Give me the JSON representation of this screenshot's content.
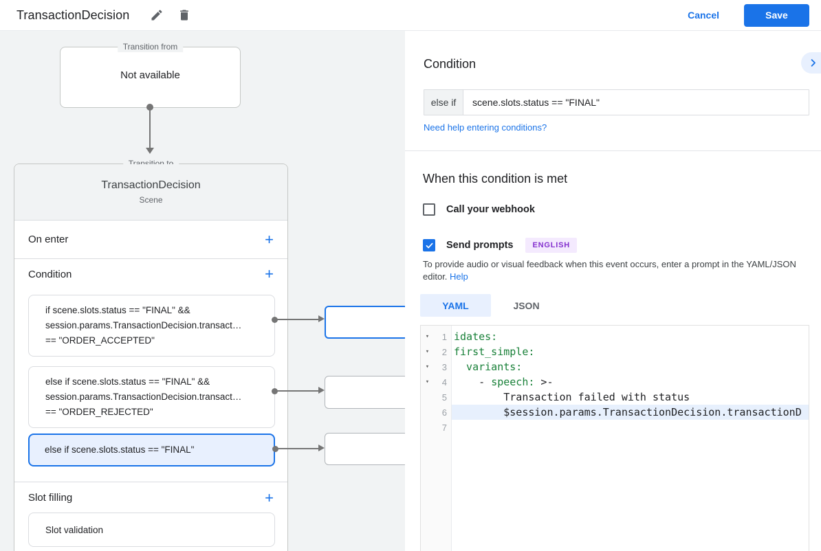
{
  "topbar": {
    "title": "TransactionDecision",
    "cancel_label": "Cancel",
    "save_label": "Save"
  },
  "flow": {
    "from_legend": "Transition from",
    "from_value": "Not available",
    "to_legend": "Transition to",
    "scene_name": "TransactionDecision",
    "scene_type": "Scene",
    "sections": {
      "on_enter": "On enter",
      "condition": "Condition",
      "slot_filling": "Slot filling"
    },
    "conditions": [
      {
        "lines": [
          "if scene.slots.status == \"FINAL\" &&",
          "session.params.TransactionDecision.transact…",
          "== \"ORDER_ACCEPTED\""
        ],
        "selected": false
      },
      {
        "lines": [
          "else if scene.slots.status == \"FINAL\" &&",
          "session.params.TransactionDecision.transact…",
          "== \"ORDER_REJECTED\""
        ],
        "selected": false
      },
      {
        "lines": [
          "else if scene.slots.status == \"FINAL\""
        ],
        "selected": true
      }
    ],
    "slot_validation_label": "Slot validation"
  },
  "panel": {
    "heading": "Condition",
    "condition_prefix": "else if",
    "condition_value": "scene.slots.status == \"FINAL\"",
    "help_link": "Need help entering conditions?",
    "met_heading": "When this condition is met",
    "webhook_label": "Call your webhook",
    "webhook_checked": false,
    "prompts_label": "Send prompts",
    "prompts_checked": true,
    "language_badge": "ENGLISH",
    "description": "To provide audio or visual feedback when this event occurs, enter a prompt in the YAML/JSON editor.",
    "description_help": "Help"
  },
  "editor": {
    "tabs": [
      {
        "label": "YAML",
        "active": true
      },
      {
        "label": "JSON",
        "active": false
      }
    ],
    "lines": [
      {
        "num": 1,
        "fold": true,
        "highlight": false,
        "segments": [
          {
            "text": "idates:",
            "type": "key"
          }
        ]
      },
      {
        "num": 2,
        "fold": true,
        "highlight": false,
        "segments": [
          {
            "text": "first_simple:",
            "type": "key"
          }
        ]
      },
      {
        "num": 3,
        "fold": true,
        "highlight": false,
        "segments": [
          {
            "text": "  variants:",
            "type": "key"
          }
        ]
      },
      {
        "num": 4,
        "fold": true,
        "highlight": false,
        "segments": [
          {
            "text": "    - ",
            "type": "plain"
          },
          {
            "text": "speech:",
            "type": "key"
          },
          {
            "text": " >-",
            "type": "plain"
          }
        ]
      },
      {
        "num": 5,
        "fold": false,
        "highlight": false,
        "segments": [
          {
            "text": "        Transaction failed with status",
            "type": "plain"
          }
        ]
      },
      {
        "num": 6,
        "fold": false,
        "highlight": true,
        "segments": [
          {
            "text": "        $session.params.TransactionDecision.transactionD",
            "type": "plain"
          }
        ]
      },
      {
        "num": 7,
        "fold": false,
        "highlight": false,
        "segments": []
      }
    ]
  },
  "colors": {
    "accent": "#1a73e8",
    "selected_bg": "#e8f0fe",
    "code_key_green": "#188038",
    "badge_text": "#8430ce",
    "badge_bg": "#f4eafe",
    "canvas_bg": "#f1f3f4"
  }
}
